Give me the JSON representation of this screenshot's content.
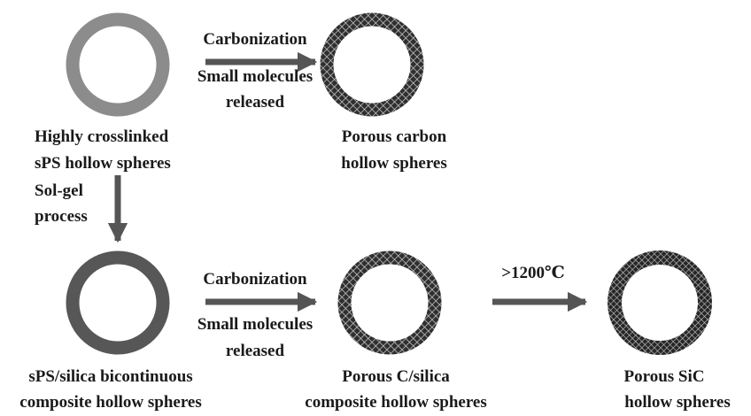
{
  "stages": {
    "sps": {
      "line1": "Highly crosslinked",
      "line2": "sPS hollow spheres"
    },
    "carbon": {
      "line1": "Porous carbon",
      "line2": "hollow spheres"
    },
    "composite": {
      "line1": "sPS/silica bicontinuous",
      "line2": "composite hollow spheres"
    },
    "csilica": {
      "line1": "Porous C/silica",
      "line2": "composite hollow spheres"
    },
    "sic": {
      "line1": "Porous SiC",
      "line2": "hollow spheres"
    }
  },
  "steps": {
    "top": {
      "line1": "Carbonization",
      "line2": "Small molecules",
      "line3": "released"
    },
    "solgel": {
      "line1": "Sol-gel",
      "line2": "process"
    },
    "bottom": {
      "line1": "Carbonization",
      "line2": "Small molecules",
      "line3": "released"
    },
    "heat": {
      "line1": ">1200℃"
    }
  },
  "colors": {
    "sps_ring": "#8c8c8c",
    "composite_ring": "#575757",
    "porous_ring": "#3c3c3c",
    "arrow": "#555555"
  }
}
